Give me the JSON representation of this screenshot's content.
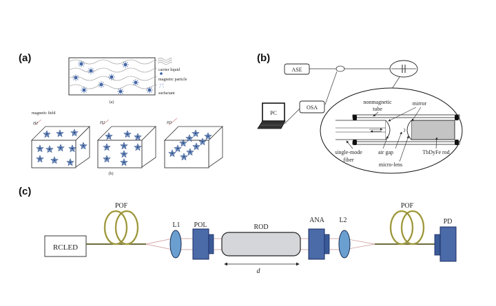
{
  "panels": {
    "a": {
      "label": "(a)",
      "sub_a": {
        "caption": "(a)",
        "legend": {
          "carrier_liquid": "carrier liquid",
          "magnetic_particle": "magnetic particle",
          "surfactant": "surfactant"
        }
      },
      "sub_b": {
        "caption": "(b)",
        "field_label": "magnetic field",
        "fields": [
          "H1",
          "H2",
          "H3"
        ]
      }
    },
    "b": {
      "label": "(b)",
      "boxes": {
        "ase": "ASE",
        "osa": "OSA",
        "pc": "PC"
      },
      "labels": {
        "nonmagnetic": "nonmagnetic",
        "tube": "tube",
        "mirror": "mirror",
        "single_mode": "single-mode",
        "fiber": "fiber",
        "air_gap": "air gap",
        "micro_lens": "micro-lens",
        "rod": "TbDyFe rod"
      }
    },
    "c": {
      "label": "(c)",
      "components": {
        "rcled": "RCLED",
        "pof1": "POF",
        "l1": "L1",
        "pol": "POL",
        "rod": "ROD",
        "ana": "ANA",
        "l2": "L2",
        "pof2": "POF",
        "pd": "PD",
        "d": "d"
      },
      "colors": {
        "fiber_coil": "#b8b04a",
        "component_blue": "#4a6aa8",
        "lens_blue": "#6a9fd0",
        "rod_gray": "#d4d6d9",
        "beam": "#c89090"
      }
    }
  }
}
